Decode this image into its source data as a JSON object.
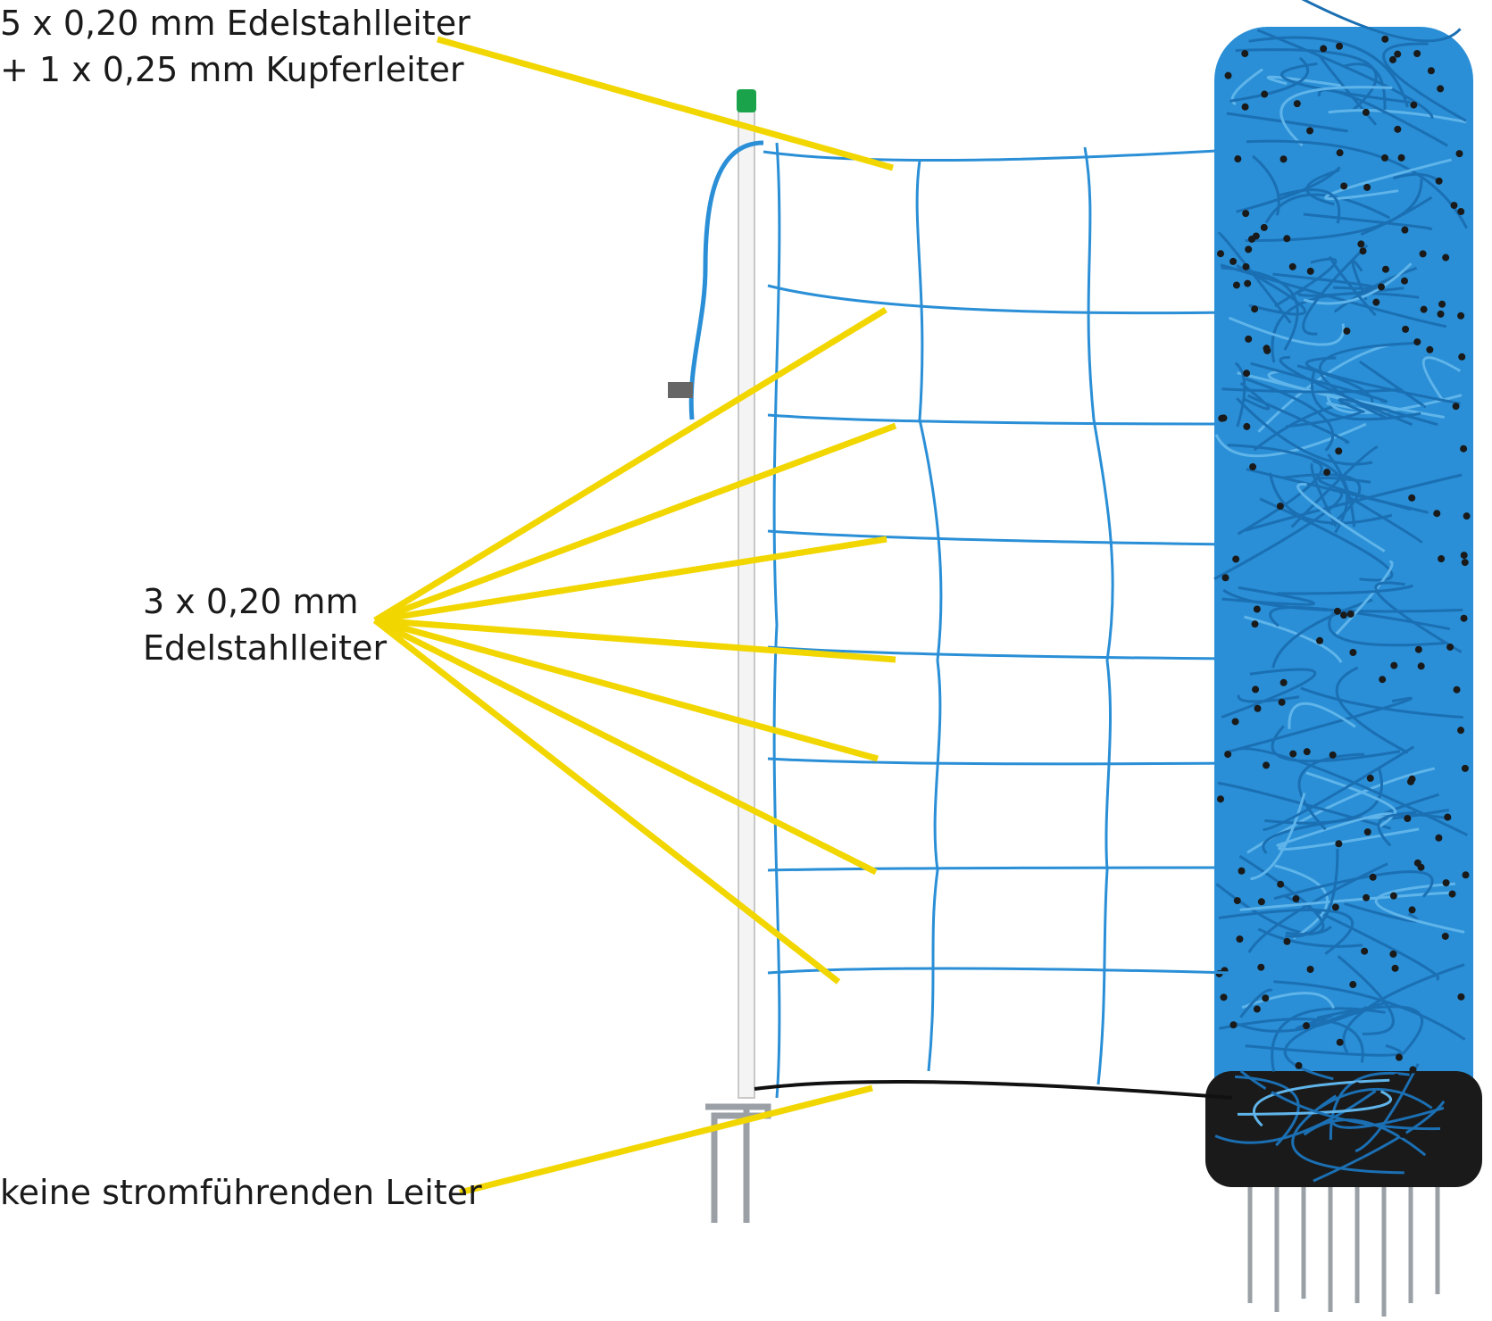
{
  "labels": {
    "top_line1": "5 x 0,20 mm Edelstahlleiter",
    "top_line2": "+ 1 x 0,25 mm Kupferleiter",
    "mid_line1": "3 x 0,20 mm",
    "mid_line2": "Edelstahlleiter",
    "bottom": "keine stromführenden Leiter"
  },
  "colors": {
    "callout": "#f2d600",
    "net": "#2a8fd6",
    "net_dark": "#1b6fb3",
    "knot": "#1a1a1a",
    "post": "#f4f4f4",
    "post_tip": "#1aa34a",
    "ground_wire": "#111111",
    "spike": "#9aa0a6"
  }
}
